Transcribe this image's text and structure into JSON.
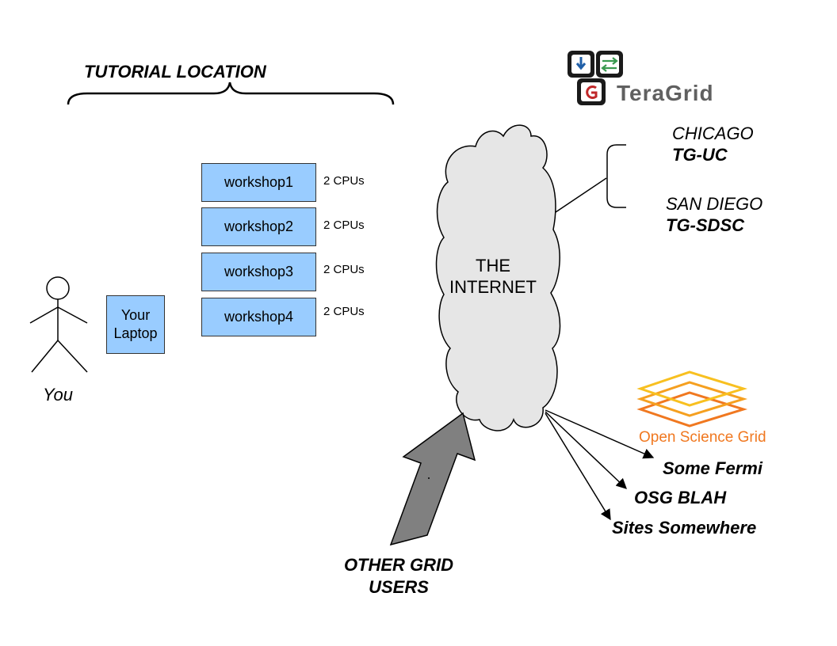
{
  "tutorial_location": {
    "title": "TUTORIAL LOCATION"
  },
  "user": {
    "label": "You"
  },
  "laptop": {
    "line1": "Your",
    "line2": "Laptop"
  },
  "workshops": [
    {
      "name": "workshop1",
      "cpus": "2 CPUs"
    },
    {
      "name": "workshop2",
      "cpus": "2 CPUs"
    },
    {
      "name": "workshop3",
      "cpus": "2 CPUs"
    },
    {
      "name": "workshop4",
      "cpus": "2 CPUs"
    }
  ],
  "internet": {
    "line1": "THE",
    "line2": "INTERNET"
  },
  "teragrid": {
    "logo_text": "TeraGrid",
    "sites": [
      {
        "city": "CHICAGO",
        "code": "TG-UC"
      },
      {
        "city": "SAN DIEGO",
        "code": "TG-SDSC"
      }
    ]
  },
  "osg": {
    "logo_text": "Open Science Grid",
    "sites": [
      "Some Fermi",
      "OSG BLAH",
      "Sites Somewhere"
    ]
  },
  "other_users": {
    "line1": "OTHER GRID",
    "line2": "USERS"
  },
  "colors": {
    "box": "#99ccff",
    "cloud": "#e6e6e6",
    "arrow": "#808080",
    "osg_orange": "#f07820",
    "osg_yellow": "#f8c020",
    "teragrid_gray": "#606060"
  },
  "icons": [
    "stick-figure-icon",
    "teragrid-logo-icon",
    "osg-logo-icon"
  ]
}
